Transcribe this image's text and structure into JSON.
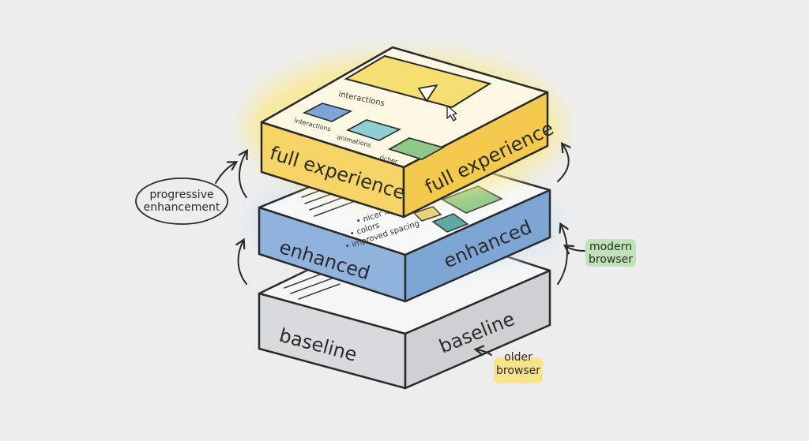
{
  "layers": {
    "top": {
      "left_label": "full experience",
      "right_label": "full experience",
      "interactions_caption": "interactions",
      "tiles": [
        "interactions",
        "animations",
        "richer"
      ],
      "colors": {
        "top": "#fdf8e4",
        "left": "#f7d467",
        "right": "#f3ca4d",
        "glow": "#fbe98a"
      }
    },
    "middle": {
      "left_label": "enhanced",
      "right_label": "enhanced",
      "bullets": [
        "• nicer layout",
        "• colors",
        "• improved spacing"
      ],
      "colors": {
        "top": "#f7f8f8",
        "left": "#8fb3dc",
        "right": "#7ea6d4",
        "glow": "#cde6f0"
      }
    },
    "bottom": {
      "left_label": "baseline",
      "right_label": "baseline",
      "colors": {
        "top": "#f6f6f6",
        "left": "#d9dadd",
        "right": "#cfd0d4"
      }
    }
  },
  "annotations": {
    "progressive": [
      "progressive",
      "enhancement"
    ],
    "modern": [
      "modern",
      "browser"
    ],
    "older": [
      "older",
      "browser"
    ]
  },
  "colors": {
    "ink": "#2a2a2a",
    "tile_blue": "#7ea5d8",
    "tile_teal": "#8fcfd4",
    "tile_green": "#8ec98a",
    "modern_highlight": "#bfe3b6",
    "older_highlight": "#f8e38d",
    "video_fill": "#f6df72"
  },
  "icons": [
    "play-icon",
    "cursor-icon"
  ]
}
